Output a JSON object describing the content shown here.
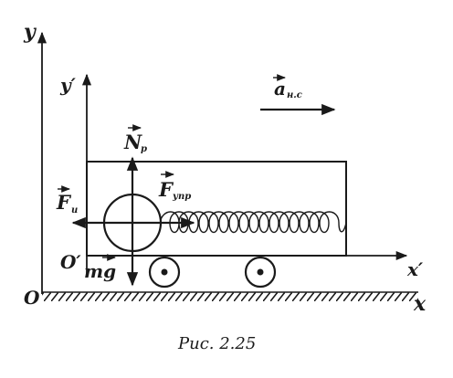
{
  "labels": {
    "y": "y",
    "y_prime": "y′",
    "x": "x",
    "x_prime": "x′",
    "origin": "O",
    "origin_prime": "O′",
    "N": "N",
    "N_sub": "р",
    "F_i": "F",
    "F_i_sub": "и",
    "F_upr": "F",
    "F_upr_sub": "упр",
    "mg": "mg",
    "a": "a",
    "a_sub": "н.с"
  },
  "caption": "Рис.  2.25"
}
